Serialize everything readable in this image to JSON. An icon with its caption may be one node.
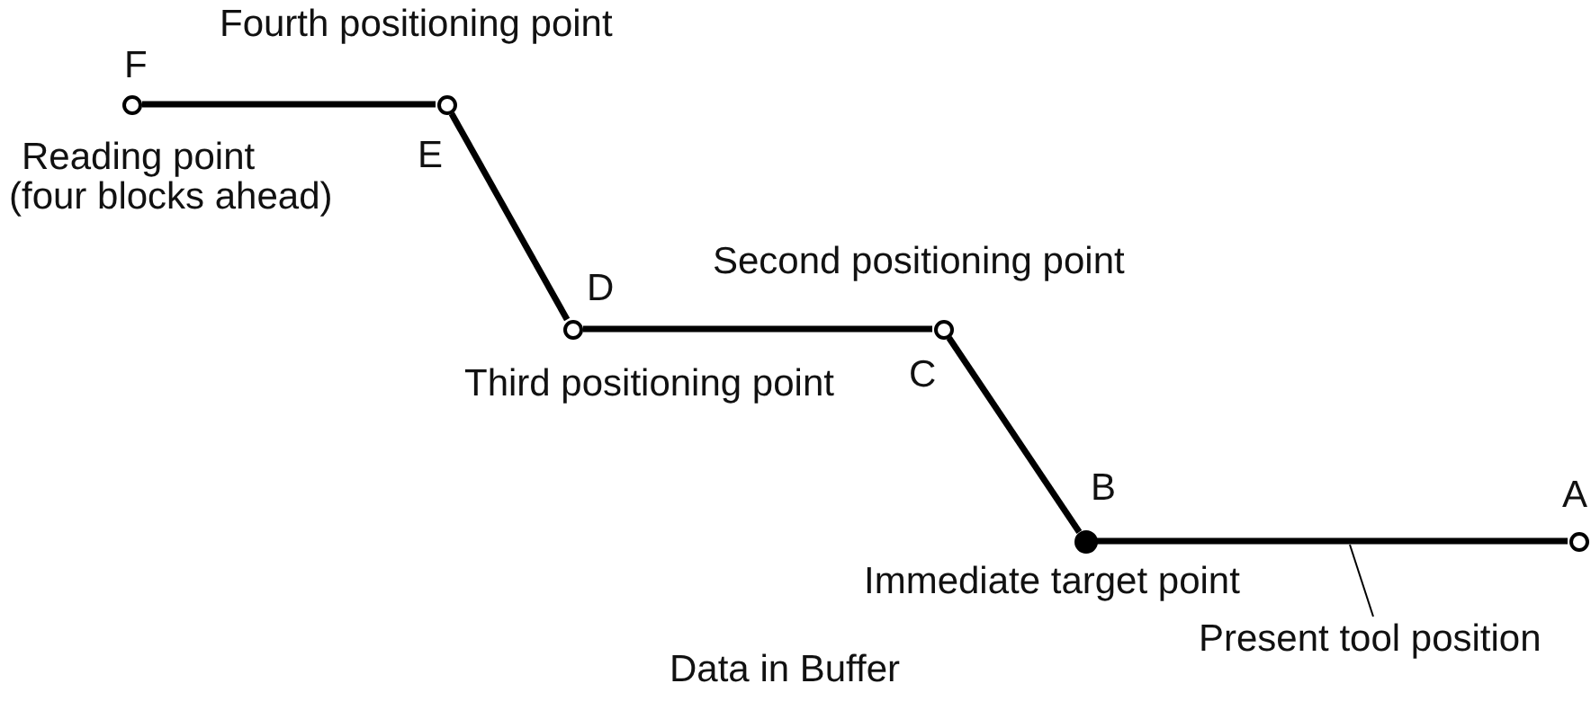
{
  "diagram": {
    "caption": "Data in Buffer",
    "nodes": [
      {
        "text": [],
        "shape": "circle",
        "beside": [
          "F",
          "Reading point (four blocks ahead)"
        ]
      },
      {
        "text": [],
        "shape": "circle",
        "beside": [
          "Fourth positioning point",
          "E"
        ]
      },
      {
        "text": [],
        "shape": "circle",
        "beside": [
          "D",
          "Third positioning point"
        ]
      },
      {
        "text": [],
        "shape": "circle",
        "beside": [
          "Second positioning point",
          "C"
        ]
      },
      {
        "text": [],
        "shape": "dot",
        "beside": [
          "B",
          "Immediate target point"
        ]
      },
      {
        "text": [],
        "shape": "circle",
        "beside": [
          "A"
        ]
      },
      {
        "text": [
          "Present tool position"
        ]
      }
    ],
    "edges": [
      {
        "from": 0,
        "to": 1,
        "arrow": "none"
      },
      {
        "from": 1,
        "to": 2,
        "arrow": "none"
      },
      {
        "from": 2,
        "to": 3,
        "arrow": "none"
      },
      {
        "from": 3,
        "to": 4,
        "arrow": "none"
      },
      {
        "from": 4,
        "to": 5,
        "arrow": "none"
      },
      {
        "from": 6,
        "to": null,
        "arrow": "none"
      }
    ]
  }
}
